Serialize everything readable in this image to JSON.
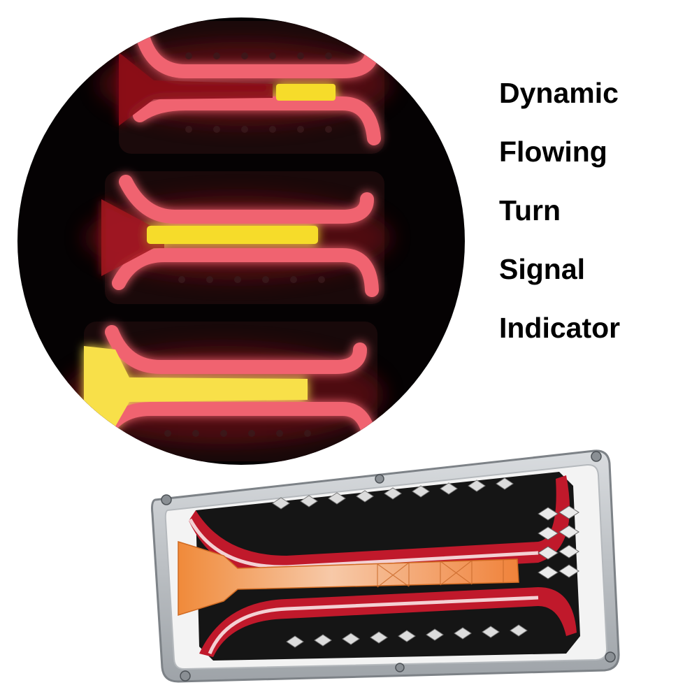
{
  "heading": {
    "lines": [
      "Dynamic",
      "Flowing",
      "Turn",
      "Signal",
      "Indicator"
    ]
  },
  "colors": {
    "background": "#ffffff",
    "text": "#000000",
    "tail_red": "#e8303a",
    "signal_amber": "#f6dc2a",
    "lamp_orange": "#f08a3a",
    "lamp_red_lens": "#c0192b"
  }
}
